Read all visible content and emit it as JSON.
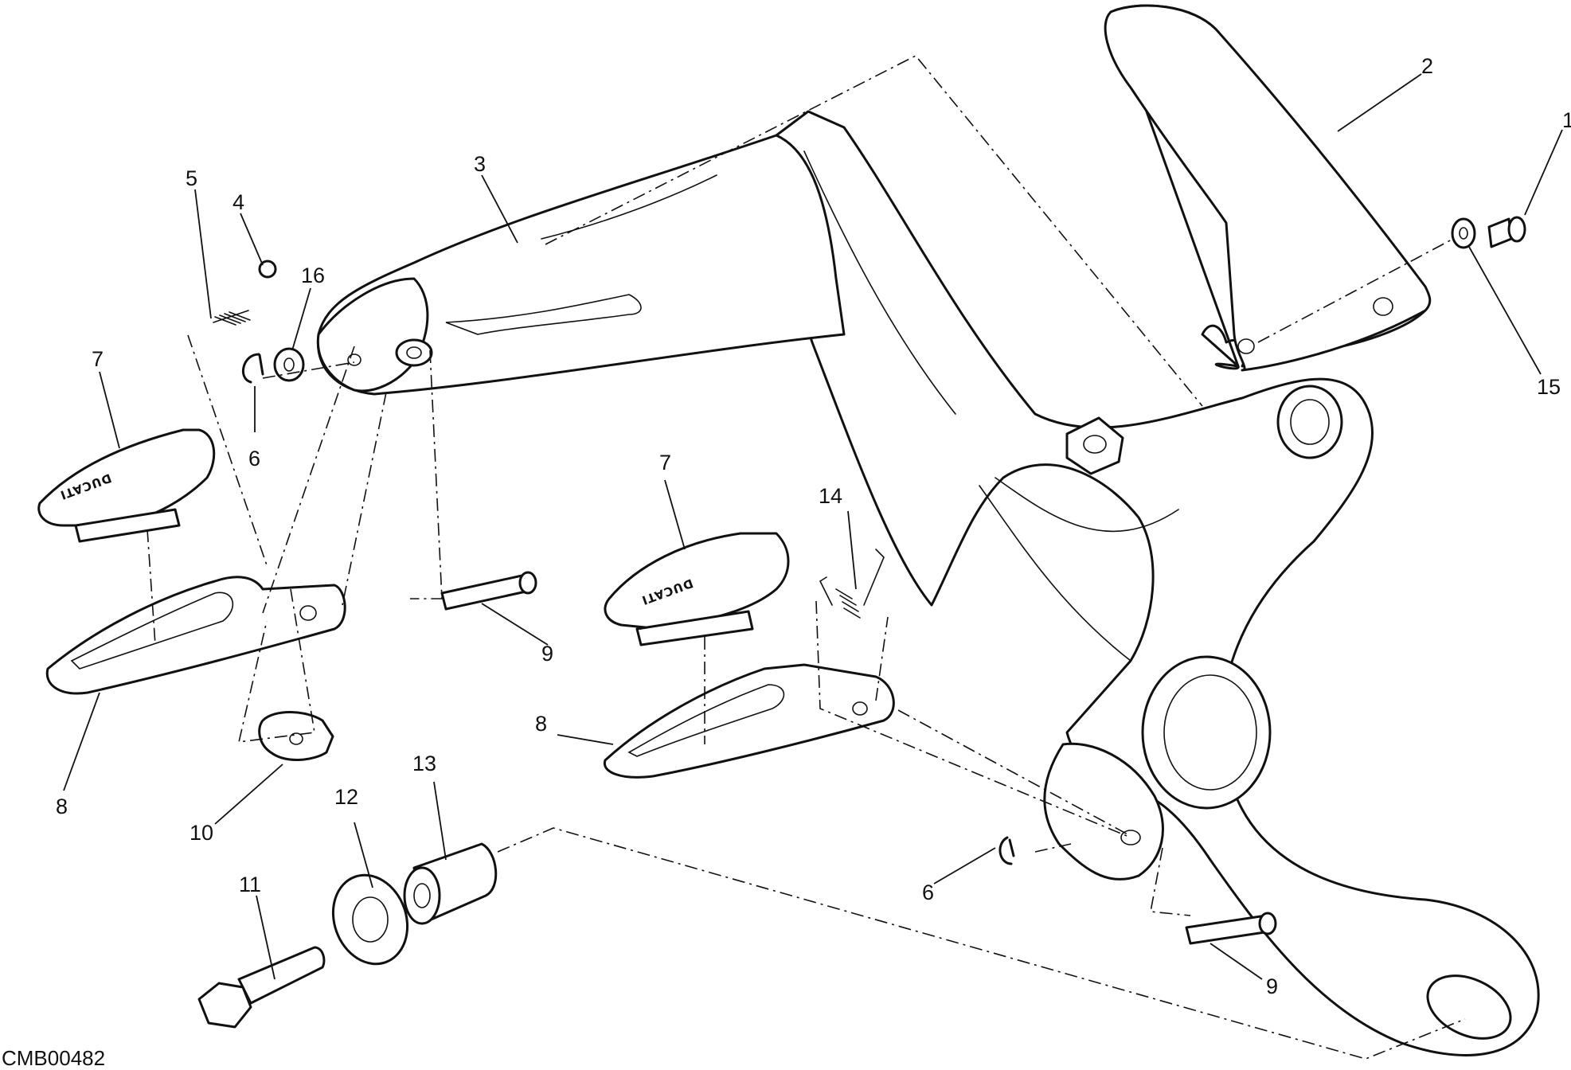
{
  "diagram": {
    "drawing_code": "CMB00482",
    "brand_marking": "DUCATI",
    "callouts": {
      "c1": "1",
      "c2": "2",
      "c3": "3",
      "c4": "4",
      "c5": "5",
      "c6a": "6",
      "c6b": "6",
      "c7a": "7",
      "c7b": "7",
      "c8a": "8",
      "c8b": "8",
      "c9a": "9",
      "c9b": "9",
      "c10": "10",
      "c11": "11",
      "c12": "12",
      "c13": "13",
      "c14": "14",
      "c15": "15",
      "c16": "16"
    }
  }
}
